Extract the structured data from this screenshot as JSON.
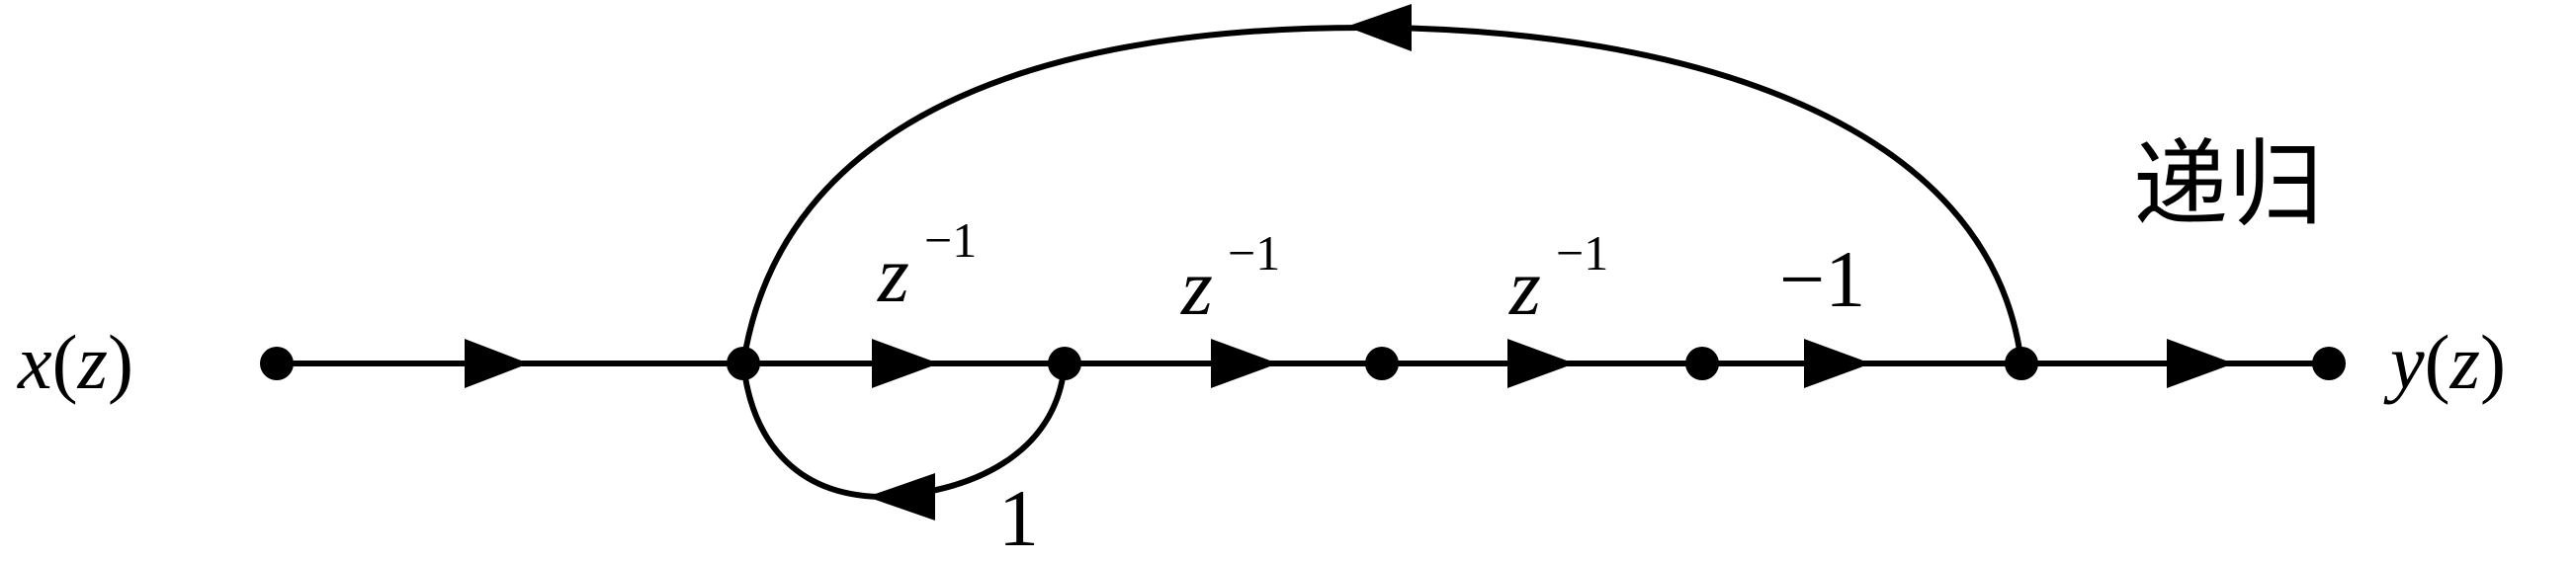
{
  "diagram": {
    "input_label": {
      "var": "x",
      "open": "(",
      "arg": "z",
      "close": ")"
    },
    "output_label": {
      "var": "y",
      "open": "(",
      "arg": "z",
      "close": ")"
    },
    "branch_gains": {
      "delay_1": {
        "base": "z",
        "exp": "−1"
      },
      "delay_2": {
        "base": "z",
        "exp": "−1"
      },
      "delay_3": {
        "base": "z",
        "exp": "−1"
      },
      "gain_minus_one": "−1",
      "feedback_gain": "1"
    },
    "recursion_label": "递归"
  }
}
